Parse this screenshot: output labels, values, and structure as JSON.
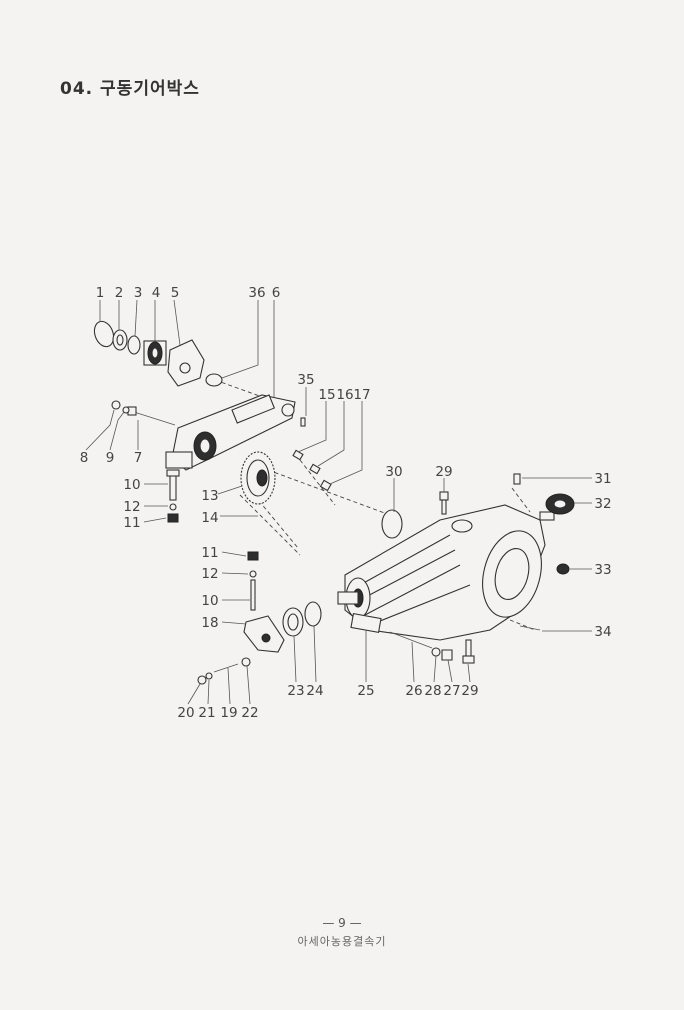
{
  "header": {
    "title": "04. 구동기어박스"
  },
  "footer": {
    "page_number": "— 9 —",
    "company": "아세아농용결속기"
  },
  "diagram": {
    "callouts": [
      "1",
      "2",
      "3",
      "4",
      "5",
      "36",
      "6",
      "35",
      "15",
      "16",
      "17",
      "8",
      "9",
      "7",
      "10",
      "12",
      "11",
      "13",
      "14",
      "30",
      "29",
      "31",
      "32",
      "33",
      "11",
      "12",
      "10",
      "18",
      "34",
      "23",
      "24",
      "25",
      "26",
      "28",
      "27",
      "29",
      "20",
      "21",
      "19",
      "22"
    ]
  }
}
